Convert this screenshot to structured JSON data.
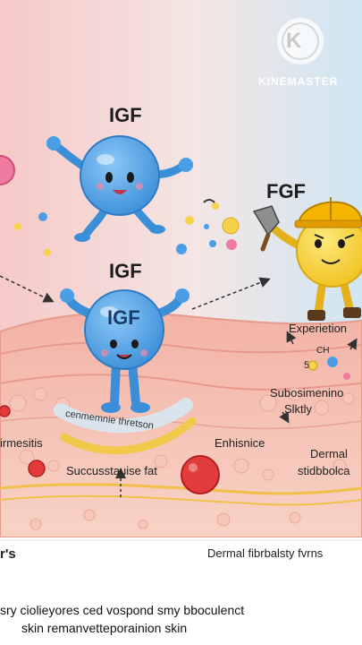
{
  "watermark": {
    "text": "KINEMASTER",
    "logo_letter": "K"
  },
  "characters": {
    "top_igf_label": "IGF",
    "mid_igf_label": "IGF",
    "body_igf_label": "IGF",
    "fgf_label": "FGF"
  },
  "labels": {
    "curved_banner": "cenmemnie thretson",
    "experience": "Experietion",
    "ch": "CH",
    "five": "5",
    "subosmen": "Subosimenino",
    "sliktly": "Slktly",
    "irmesitis": "irmesitis",
    "enhisnice": "Enhisnice",
    "dermal": "Dermal",
    "stidbbolca": "stidbbolca",
    "success": "Succusstauise fat"
  },
  "footer": {
    "left_caption": "r's",
    "right_caption": "Dermal fibrbalsty fvrns",
    "subtitle_line1": "sry ciolieyores ced vospond smy bboculenct",
    "subtitle_line2": "skin remanvetteporainion skin"
  },
  "colors": {
    "igf_blue": "#4a9ee6",
    "fgf_yellow": "#f5d134",
    "helmet_orange": "#f4b400",
    "skin_pink": "#f4b6a8",
    "bg_left": "#f5cfcf",
    "bg_right": "#dcecf6"
  }
}
